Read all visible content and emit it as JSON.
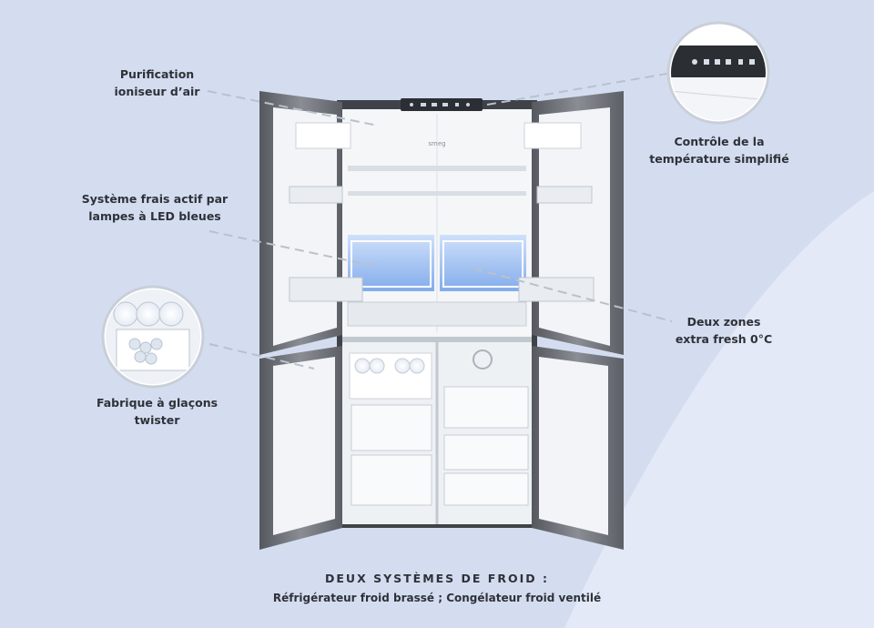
{
  "callouts": {
    "air_purifier": "Purification\nioniseur d’air",
    "led": "Système frais actif par\nlampes à LED bleues",
    "ice_maker": "Fabrique à glaçons\ntwister",
    "temperature": "Contrôle de la\ntempérature simplifié",
    "fresh_zones": "Deux zones\nextra fresh 0°C"
  },
  "brand_logo": "smeg",
  "footer": {
    "title": "DEUX SYSTÈMES DE FROID :",
    "subtitle": "Réfrigérateur froid brassé ; Congélateur froid ventilé"
  },
  "colors": {
    "background": "#d4ddf0",
    "stainless": "#6e7278",
    "interior": "#f4f6f8",
    "led_blue": "#6f9fe8"
  }
}
